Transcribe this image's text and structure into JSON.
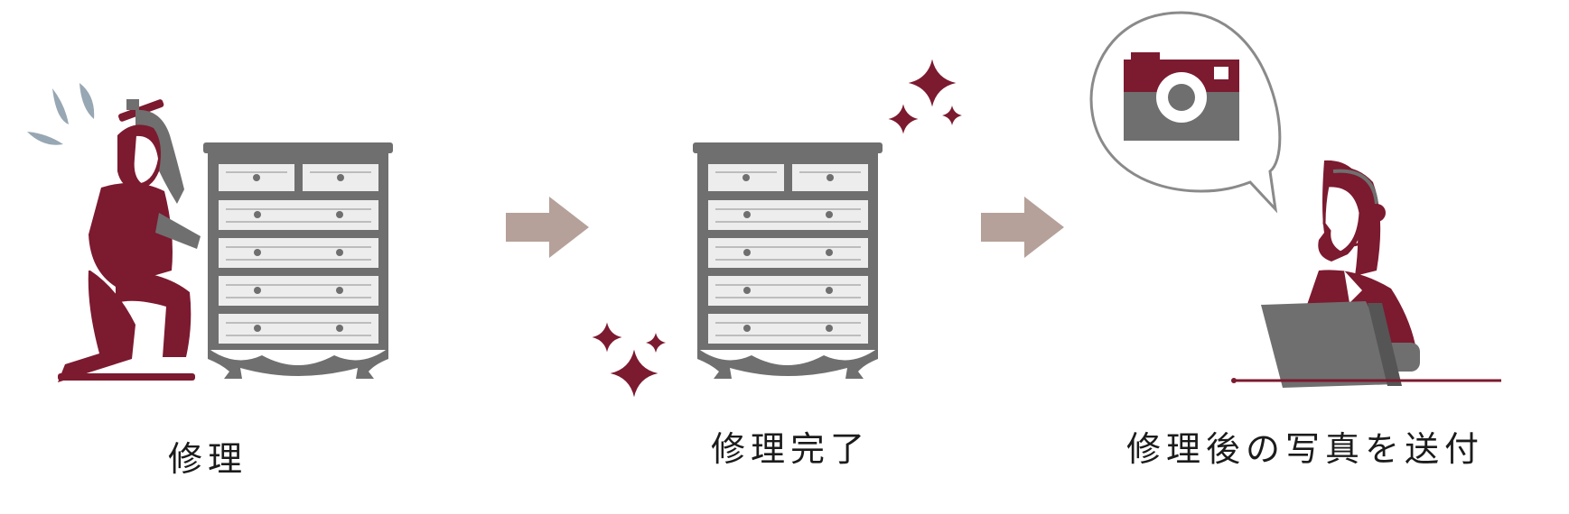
{
  "steps": [
    {
      "label": "修理"
    },
    {
      "label": "修理完了"
    },
    {
      "label": "修理後の写真を送付"
    }
  ],
  "colors": {
    "accent": "#7c1a2f",
    "gray": "#6f6f6f",
    "light_gray": "#e9e9e9",
    "arrow": "#b5a199",
    "sweat": "#97a7b3"
  },
  "icons": [
    "repair-worker-icon",
    "chest-of-drawers-icon",
    "arrow-right-icon",
    "sparkle-icon",
    "camera-icon",
    "speech-bubble-icon",
    "operator-with-laptop-icon"
  ]
}
